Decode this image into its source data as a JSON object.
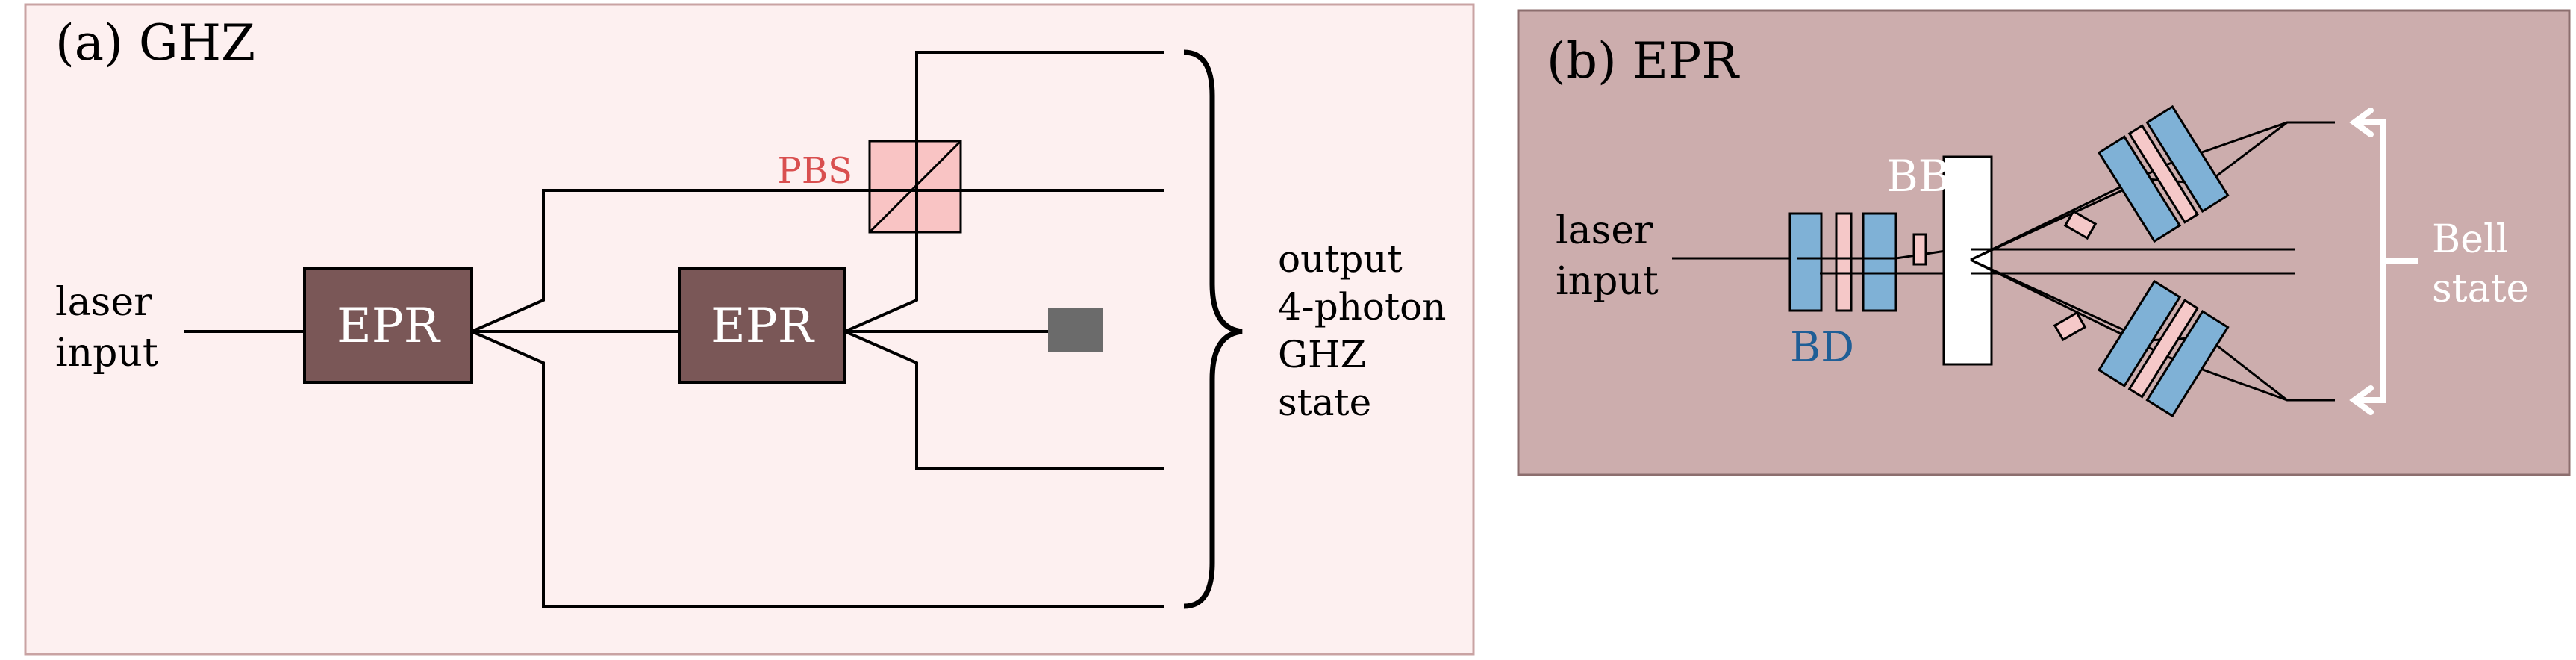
{
  "panel_a": {
    "title": "(a) GHZ",
    "laser_label": [
      "laser",
      "input"
    ],
    "epr1_label": "EPR",
    "epr2_label": "EPR",
    "pbs_label": "PBS",
    "output_label": [
      "output",
      "4-photon",
      "GHZ",
      "state"
    ]
  },
  "panel_b": {
    "title": "(b) EPR",
    "laser_label": [
      "laser",
      "input"
    ],
    "bbo_label": "BBO",
    "bd_label": "BD",
    "bell_label": [
      "Bell",
      "state"
    ]
  },
  "colors": {
    "panel_a_bg": "#fdf0f0",
    "panel_a_border": "#c9a3a3",
    "panel_b_bg": "#ccadad",
    "panel_b_border": "#8c6e6e",
    "epr_box": "#7a5757",
    "pbs_fill": "#f9c4c4",
    "pbs_label": "#d94f4f",
    "detector": "#6b6b6b",
    "bd_fill": "#7fb1d6",
    "bd_label": "#1f5e96",
    "hwp_fill": "#f5c8c8",
    "bbo_fill": "#ffffff"
  }
}
